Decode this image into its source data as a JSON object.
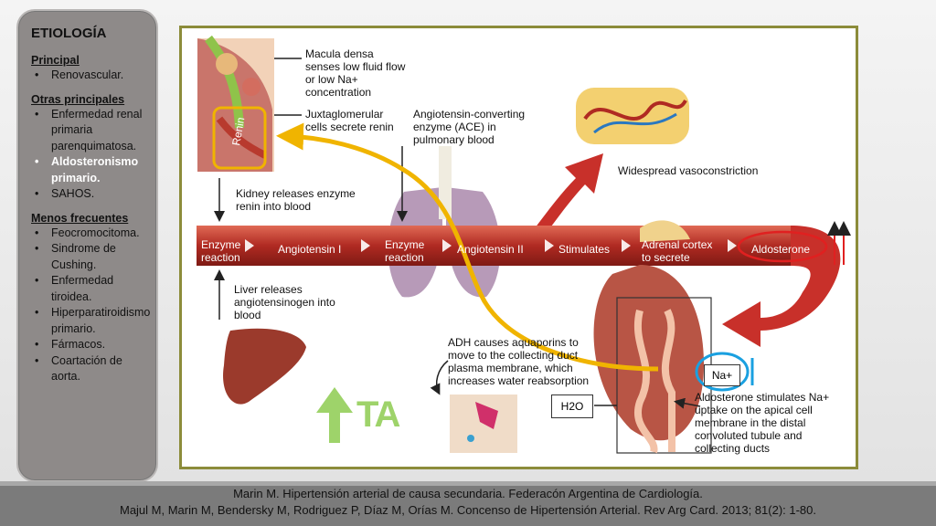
{
  "sidebar": {
    "title": "ETIOLOGÍA",
    "sections": [
      {
        "heading": "Principal",
        "items": [
          "Renovascular."
        ]
      },
      {
        "heading": "Otras principales",
        "items": [
          "Enfermedad renal primaria parenquimatosa.",
          "Aldosteronismo primario.",
          "SAHOS."
        ]
      },
      {
        "heading": "Menos frecuentes",
        "items": [
          "Feocromocitoma.",
          "Sindrome de Cushing.",
          "Enfermedad tiroidea.",
          "Hiperparatiroidismo primario.",
          "Fármacos.",
          "Coartación de aorta."
        ]
      }
    ],
    "bold_item": "Aldosteronismo primario."
  },
  "diagram": {
    "macula": "Macula densa senses low fluid flow or low Na+ concentration",
    "jg": "Juxtaglomerular cells secrete renin",
    "renin_tag": "Renin",
    "ace": "Angiotensin-converting enzyme (ACE) in pulmonary blood",
    "kidney_releases": "Kidney releases enzyme renin into blood",
    "vasoconstriction": "Widespread vasoconstriction",
    "vessel": {
      "enzyme1": "Enzyme reaction",
      "ang1": "Angiotensin I",
      "enzyme2": "Enzyme reaction",
      "ang2": "Angiotensin II",
      "stimulates": "Stimulates",
      "adrenal": "Adrenal cortex to secrete",
      "aldosterone": "Aldosterone"
    },
    "liver": "Liver releases angiotensinogen into blood",
    "adh": "ADH causes aquaporins to move to the collecting duct plasma membrane, which increases water reabsorption",
    "na": "Na+",
    "h2o": "H2O",
    "aldo_stim": "Aldosterone stimulates Na+ uptake on the apical cell membrane in the distal convoluted tubule and collecting ducts",
    "ta": "TA"
  },
  "footer": {
    "line1": "Marin M. Hipertensión arterial de causa secundaria. Federacón Argentina de Cardiología.",
    "line2": "Majul M, Marin M, Bendersky M, Rodriguez P, Díaz M, Orías M. Concenso de Hipertensión Arterial. Rev Arg Card. 2013; 81(2): 1-80."
  },
  "colors": {
    "vessel": "#b02a22",
    "highlight_arrow": "#f0b400",
    "aldo_circle": "#e02020",
    "na_circle": "#1aa0e0",
    "ta_green": "#9ed36a"
  }
}
